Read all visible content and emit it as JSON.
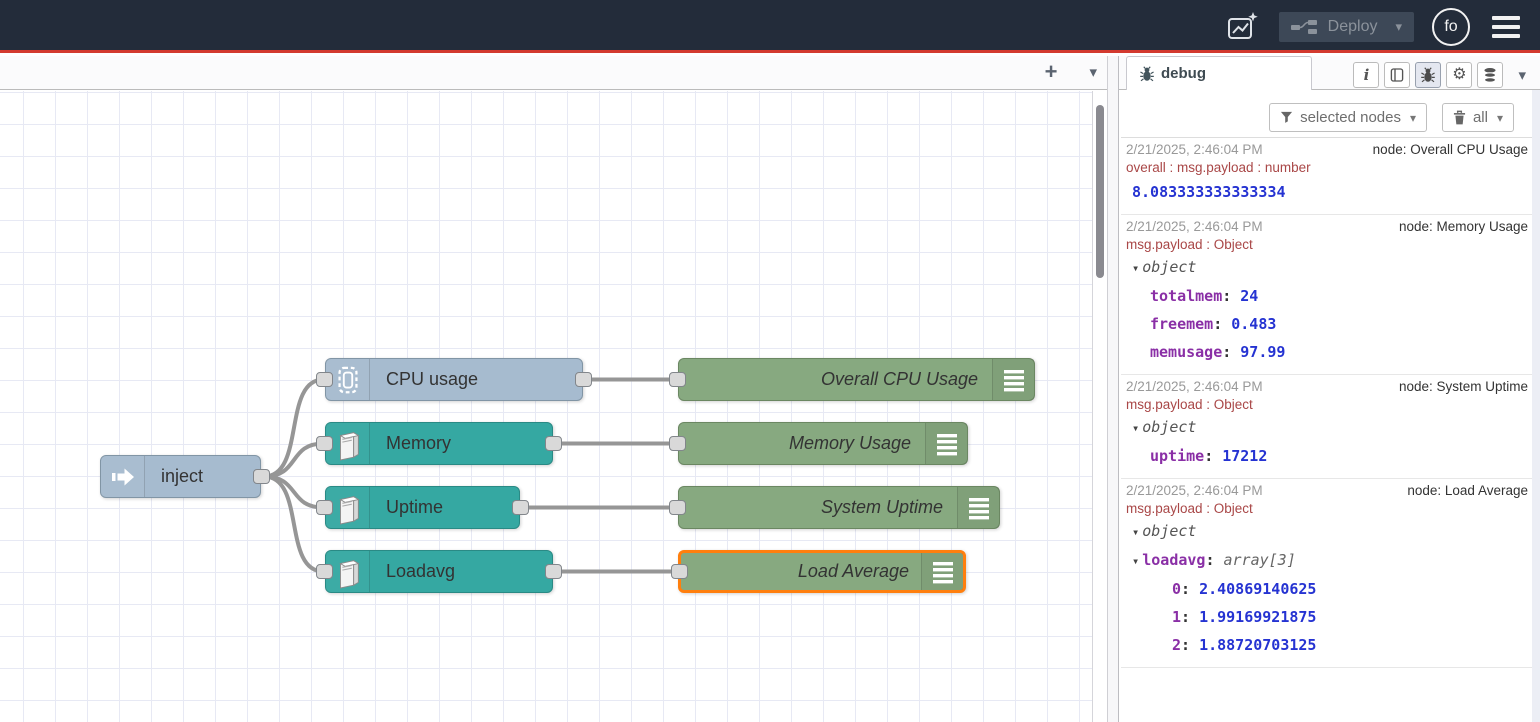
{
  "header": {
    "deploy_label": "Deploy",
    "avatar_initials": "fo"
  },
  "workspace": {
    "nodes": {
      "inject": {
        "label": "inject"
      },
      "cpu_usage": {
        "label": "CPU usage"
      },
      "memory": {
        "label": "Memory"
      },
      "uptime": {
        "label": "Uptime"
      },
      "loadavg": {
        "label": "Loadavg"
      },
      "debug_overall_cpu": {
        "label": "Overall CPU Usage"
      },
      "debug_memory_usage": {
        "label": "Memory Usage"
      },
      "debug_system_uptime": {
        "label": "System Uptime"
      },
      "debug_load_average": {
        "label": "Load Average",
        "selected": true
      }
    }
  },
  "sidebar": {
    "tab_label": "debug",
    "filter_button_label": "selected nodes",
    "clear_button_label": "all",
    "messages": [
      {
        "timestamp": "2/21/2025, 2:46:04 PM",
        "node": "node: Overall CPU Usage",
        "property": "overall : msg.payload : number",
        "value": "8.083333333333334"
      },
      {
        "timestamp": "2/21/2025, 2:46:04 PM",
        "node": "node: Memory Usage",
        "property": "msg.payload : Object",
        "tree": {
          "head": "object",
          "items": [
            {
              "key": "totalmem",
              "value": "24"
            },
            {
              "key": "freemem",
              "value": "0.483"
            },
            {
              "key": "memusage",
              "value": "97.99"
            }
          ]
        }
      },
      {
        "timestamp": "2/21/2025, 2:46:04 PM",
        "node": "node: System Uptime",
        "property": "msg.payload : Object",
        "tree": {
          "head": "object",
          "items": [
            {
              "key": "uptime",
              "value": "17212"
            }
          ]
        }
      },
      {
        "timestamp": "2/21/2025, 2:46:04 PM",
        "node": "node: Load Average",
        "property": "msg.payload : Object",
        "tree": {
          "head": "object",
          "array": {
            "key": "loadavg",
            "meta": "array[3]",
            "items": [
              {
                "key": "0",
                "value": "2.40869140625"
              },
              {
                "key": "1",
                "value": "1.99169921875"
              },
              {
                "key": "2",
                "value": "1.88720703125"
              }
            ]
          }
        }
      }
    ]
  },
  "icons": {
    "plus": "+",
    "caret_down": "▾",
    "gear": "⚙",
    "info": "i"
  },
  "colors": {
    "header_bg": "#232c3a",
    "header_accent_line": "#d33a2f",
    "node_gray_blue": "#a6bbcf",
    "node_teal": "#35a8a2",
    "node_debug_green": "#87a980",
    "selected_outline": "#ff7f0e",
    "wire": "#969696",
    "debug_timestamp": "#999999",
    "debug_property": "#a94747",
    "debug_number": "#2533d2",
    "debug_key": "#8a2fa6"
  }
}
